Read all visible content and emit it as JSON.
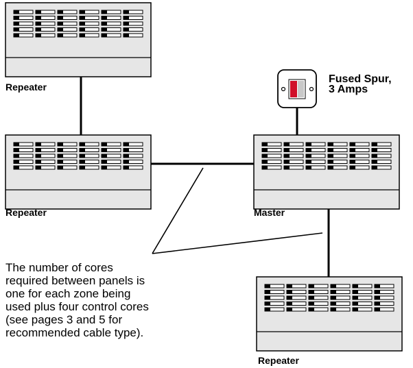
{
  "panels": [
    {
      "id": "repeater-top",
      "label": "Repeater"
    },
    {
      "id": "repeater-left",
      "label": "Repeater"
    },
    {
      "id": "master",
      "label": "Master"
    },
    {
      "id": "repeater-bottom",
      "label": "Repeater"
    }
  ],
  "spur": {
    "label_line1": "Fused Spur,",
    "label_line2": "3 Amps"
  },
  "note": {
    "lines": [
      "The number of cores",
      "required between panels is",
      "one for each zone being",
      "used plus four control cores",
      "(see pages 3 and 5 for",
      "recommended cable type)."
    ]
  },
  "colors": {
    "panel_fill": "#e6e6e6",
    "line": "#000000",
    "switch_red": "#d0102a",
    "switch_grey": "#c8c8c8"
  }
}
